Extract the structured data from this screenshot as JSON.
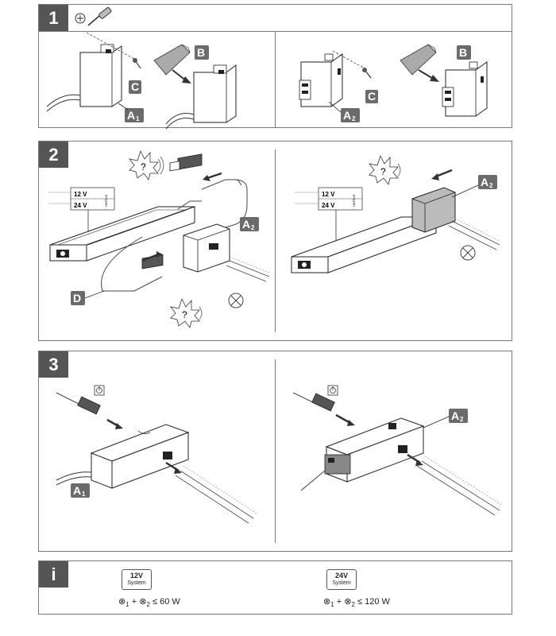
{
  "steps": [
    {
      "number": "1"
    },
    {
      "number": "2"
    },
    {
      "number": "3"
    },
    {
      "number": "i"
    }
  ],
  "labels": {
    "A1": {
      "letter": "A",
      "sub": "1"
    },
    "A2": {
      "letter": "A",
      "sub": "2"
    },
    "B": "B",
    "C": "C",
    "D": "D"
  },
  "driver": {
    "voltage_12": "12 V",
    "voltage_24": "24 V",
    "brand": "HÄFELE"
  },
  "info": {
    "left": {
      "voltage": "12V",
      "system": "System",
      "term1_sub": "1",
      "plus": "+",
      "term2_sub": "2",
      "relation": "≤",
      "limit": "60 W"
    },
    "right": {
      "voltage": "24V",
      "system": "System",
      "term1_sub": "1",
      "plus": "+",
      "term2_sub": "2",
      "relation": "≤",
      "limit": "120 W"
    }
  },
  "icons": {
    "screwdriver": "screwdriver-icon",
    "click_sound": "click-sound-icon",
    "lamp": "lamp-symbol-icon",
    "power": "power-icon"
  }
}
